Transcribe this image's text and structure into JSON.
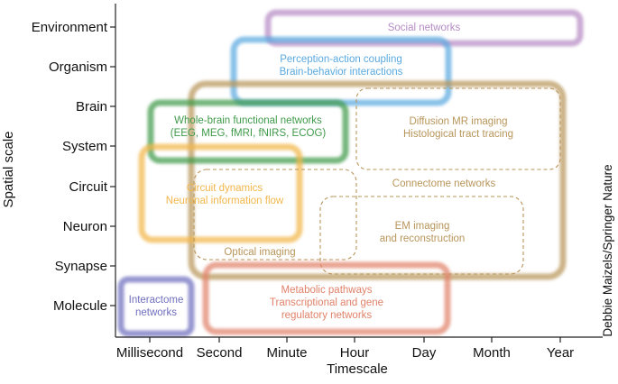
{
  "axes": {
    "y_title": "Spatial scale",
    "x_title": "Timescale",
    "y_levels": [
      "Environment",
      "Organism",
      "Brain",
      "System",
      "Circuit",
      "Neuron",
      "Synapse",
      "Molecule"
    ],
    "x_levels": [
      "Millisecond",
      "Second",
      "Minute",
      "Hour",
      "Day",
      "Month",
      "Year"
    ]
  },
  "regions": [
    {
      "id": "social-networks",
      "lines": [
        "Social networks"
      ],
      "color": "#b58bc4",
      "style": "solid"
    },
    {
      "id": "perception-action",
      "lines": [
        "Perception-action coupling",
        "Brain-behavior interactions"
      ],
      "color": "#5aa9df",
      "style": "solid"
    },
    {
      "id": "connectome",
      "lines": [
        "Connectome networks"
      ],
      "color": "#b8955a",
      "style": "solid"
    },
    {
      "id": "whole-brain",
      "lines": [
        "Whole-brain functional networks",
        "(EEG, MEG, fMRI, fNIRS, ECOG)"
      ],
      "color": "#3f9a4a",
      "style": "solid"
    },
    {
      "id": "circuit-dynamics",
      "lines": [
        "Circuit dynamics",
        "Neuronal information flow"
      ],
      "color": "#f2b64a",
      "style": "solid"
    },
    {
      "id": "diffusion-mr",
      "lines": [
        "Diffusion MR imaging",
        "Histological tract tracing"
      ],
      "color": "#b8955a",
      "style": "dashed"
    },
    {
      "id": "optical-imaging",
      "lines": [
        "Optical imaging"
      ],
      "color": "#b8955a",
      "style": "dashed"
    },
    {
      "id": "em-imaging",
      "lines": [
        "EM imaging",
        "and reconstruction"
      ],
      "color": "#b8955a",
      "style": "dashed"
    },
    {
      "id": "metabolic",
      "lines": [
        "Metabolic pathways",
        "Transcriptional and gene",
        "regulatory networks"
      ],
      "color": "#e0826a",
      "style": "solid"
    },
    {
      "id": "interactome",
      "lines": [
        "Interactome",
        "networks"
      ],
      "color": "#6f6fbf",
      "style": "solid"
    }
  ],
  "credit": "Debbie Maizels/Springer Nature"
}
